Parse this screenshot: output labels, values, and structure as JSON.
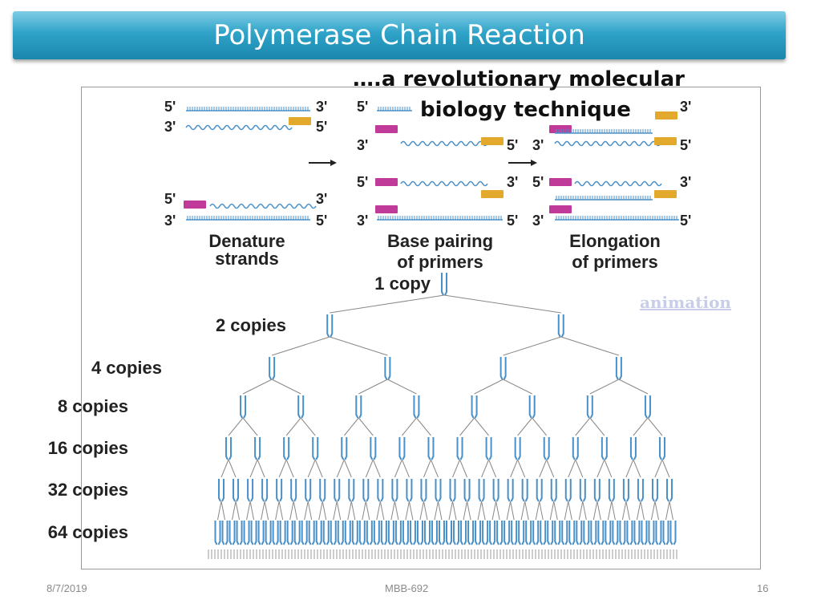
{
  "slide": {
    "title": "Polymerase Chain Reaction",
    "subtitle_line1": "….a revolutionary molecular",
    "subtitle_line2": "biology technique"
  },
  "figure": {
    "steps": [
      {
        "line1": "Denature",
        "line2": "strands"
      },
      {
        "line1": "Base pairing",
        "line2": "of primers"
      },
      {
        "line1": "Elongation",
        "line2": "of primers"
      }
    ],
    "end_labels": {
      "five": "5'",
      "three": "3'"
    },
    "animation_link": "animation",
    "generations": [
      {
        "label": "1 copy",
        "count": 1
      },
      {
        "label": "2 copies",
        "count": 2
      },
      {
        "label": "4 copies",
        "count": 4
      },
      {
        "label": "8 copies",
        "count": 8
      },
      {
        "label": "16 copies",
        "count": 16
      },
      {
        "label": "32 copies",
        "count": 32
      },
      {
        "label": "64 copies",
        "count": 64
      }
    ],
    "colors": {
      "strand": "#4a90c8",
      "primer_magenta": "#c03a9a",
      "primer_gold": "#e3a92c"
    }
  },
  "footer": {
    "date": "8/7/2019",
    "center": "MBB-692",
    "page": "16"
  }
}
